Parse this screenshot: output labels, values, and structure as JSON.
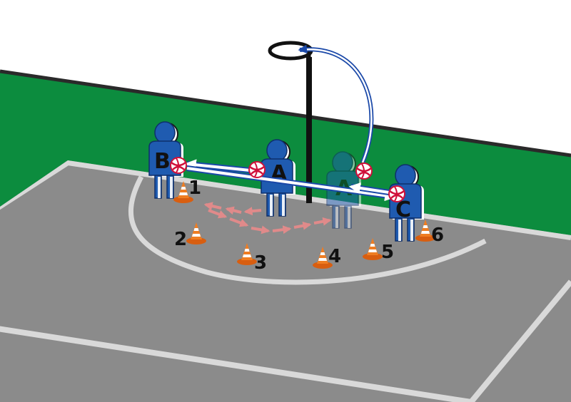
{
  "players": [
    {
      "id": "p-b",
      "label": "B"
    },
    {
      "id": "p-a",
      "label": "A"
    },
    {
      "id": "p-a-ghost",
      "label": "A"
    },
    {
      "id": "p-c",
      "label": "C"
    }
  ],
  "cones": [
    {
      "label": "1"
    },
    {
      "label": "2"
    },
    {
      "label": "3"
    },
    {
      "label": "4"
    },
    {
      "label": "5"
    },
    {
      "label": "6"
    }
  ],
  "colors": {
    "court": "#8b8b8b",
    "surround": "#0c8c3e",
    "player": "#1f5bb0",
    "pass_arrow": "#1a48a8",
    "movement_arrow": "#e8a0a0",
    "cone": "#ef7d22",
    "post": "#111111"
  }
}
